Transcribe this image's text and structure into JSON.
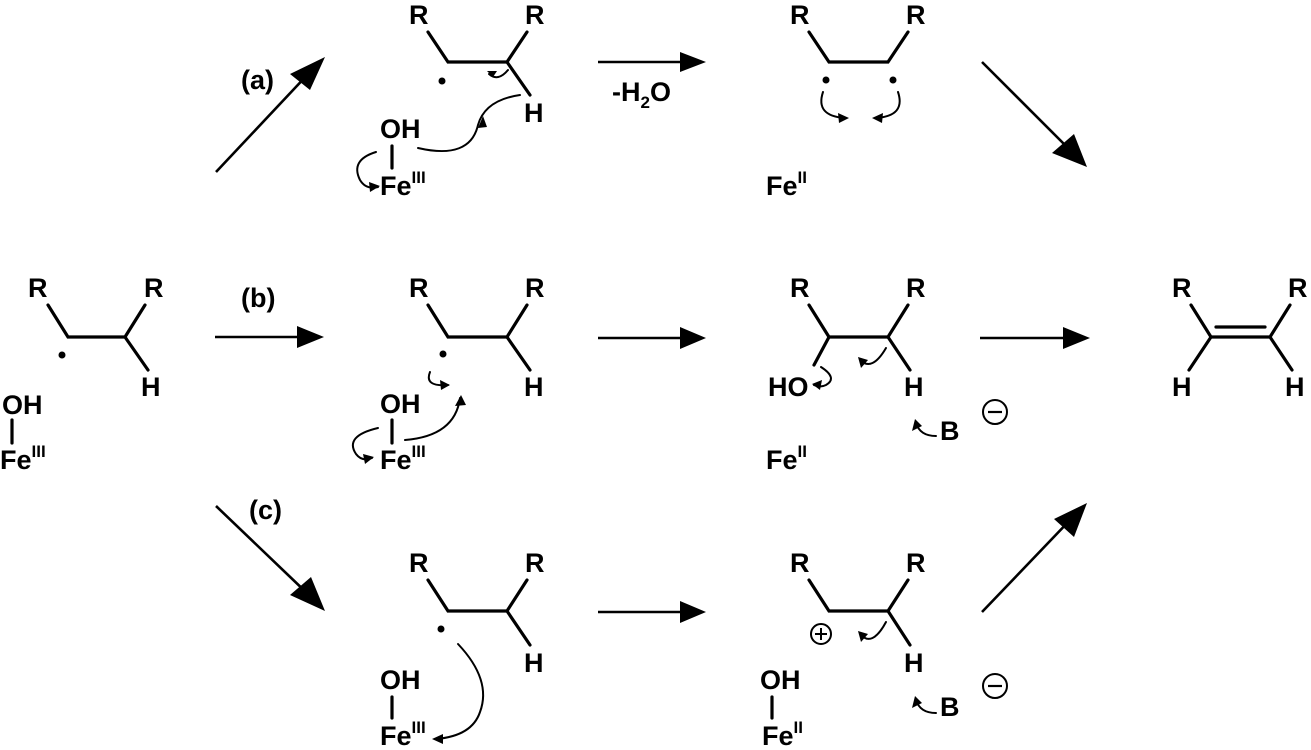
{
  "labels": {
    "R": "R",
    "H": "H",
    "OH": "OH",
    "HO": "HO",
    "Fe": "Fe",
    "fe_iii": "III",
    "fe_ii": "II",
    "B": "B",
    "minus": "−",
    "plus": "+"
  },
  "path_labels": {
    "a": "(a)",
    "b": "(b)",
    "c": "(c)"
  },
  "reagent": {
    "prefix": "-H",
    "subscript": "2",
    "suffix": "O"
  }
}
